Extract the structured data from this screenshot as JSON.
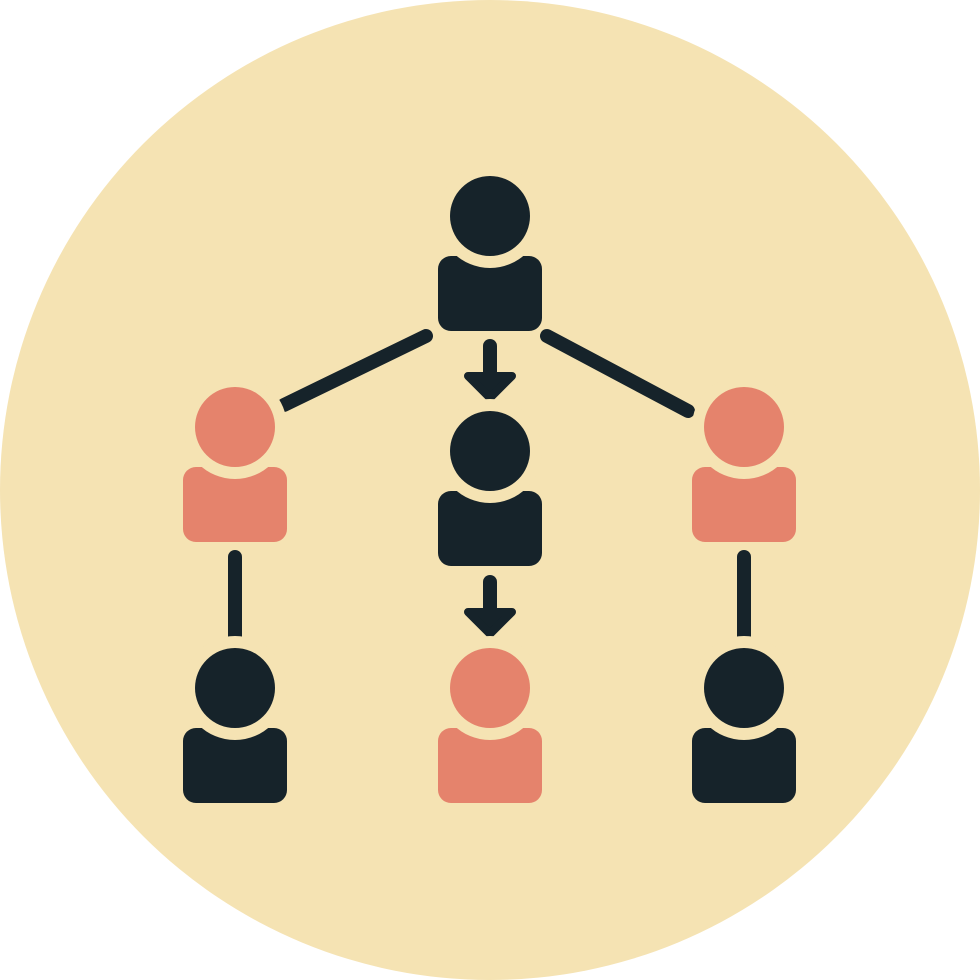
{
  "icon": {
    "name": "hierarchy-network-icon",
    "colors": {
      "background": "#f5e3b3",
      "dark": "#16232a",
      "accent": "#e5836c"
    },
    "people": [
      {
        "id": "top",
        "color": "dark"
      },
      {
        "id": "middle",
        "color": "dark"
      },
      {
        "id": "bottom-center",
        "color": "accent"
      },
      {
        "id": "left",
        "color": "accent"
      },
      {
        "id": "right",
        "color": "accent"
      },
      {
        "id": "bottom-left",
        "color": "dark"
      },
      {
        "id": "bottom-right",
        "color": "dark"
      }
    ]
  }
}
